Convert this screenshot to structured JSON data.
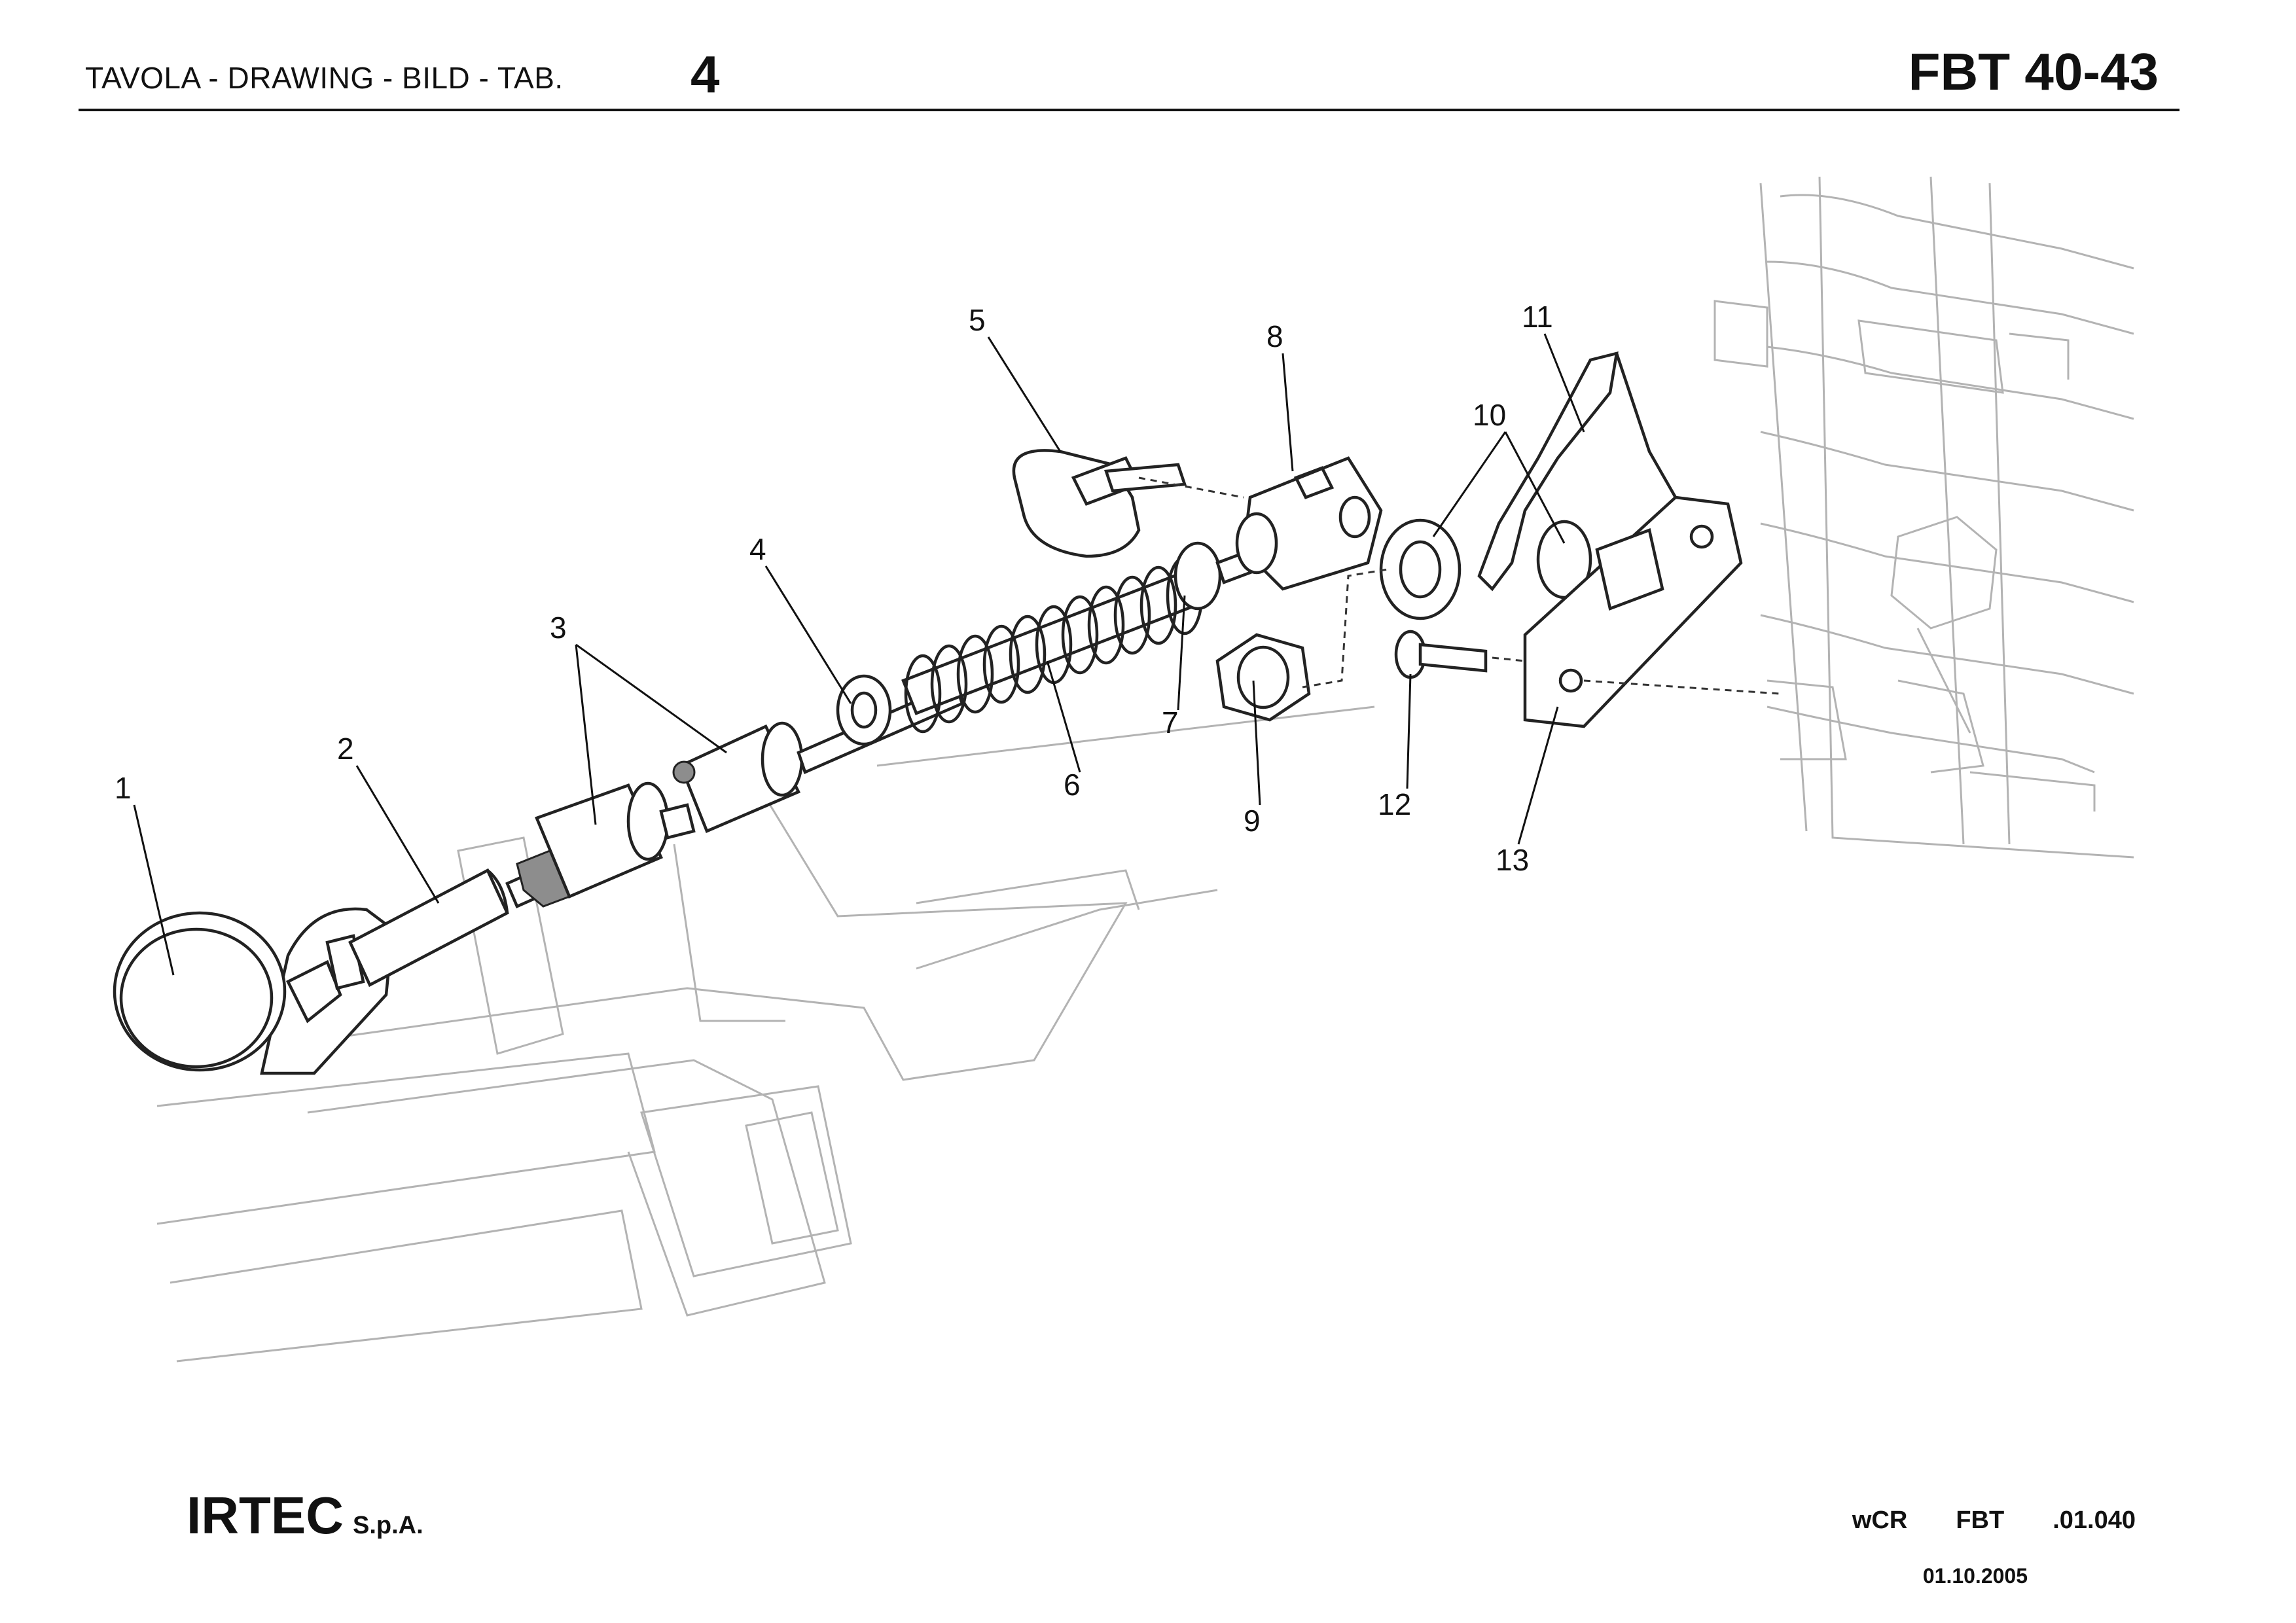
{
  "header": {
    "label": "TAVOLA - DRAWING - BILD - TAB.",
    "table_number": "4",
    "model": "FBT 40-43"
  },
  "callouts": [
    "1",
    "2",
    "3",
    "4",
    "5",
    "6",
    "7",
    "8",
    "9",
    "10",
    "11",
    "12",
    "13"
  ],
  "footer": {
    "company": "IRTEC",
    "company_suffix": "S.p.A.",
    "code_parts": [
      "wCR",
      "FBT",
      ".01.040"
    ],
    "date": "01.10.2005"
  }
}
